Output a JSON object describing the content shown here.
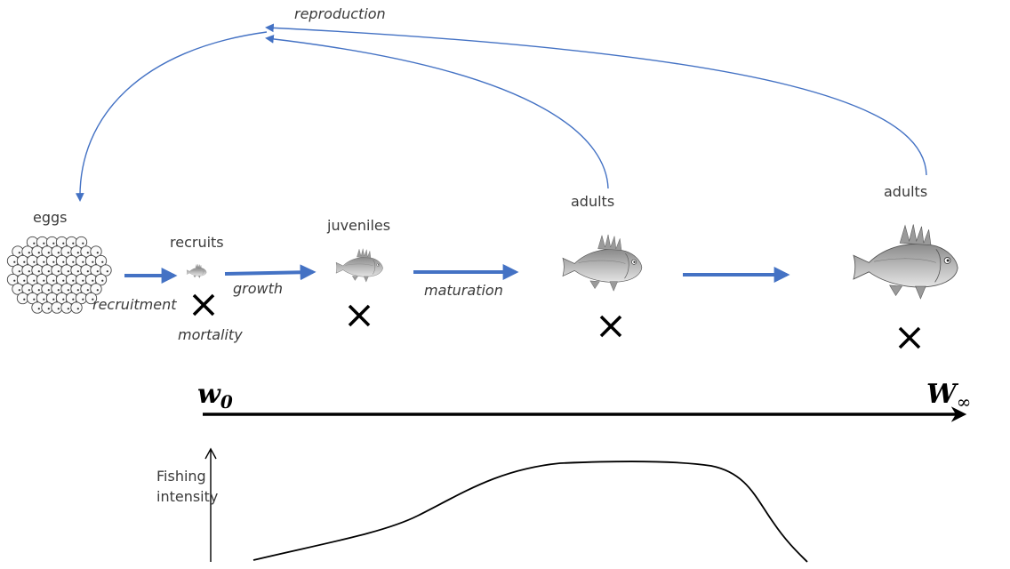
{
  "stages": {
    "eggs": "eggs",
    "recruits": "recruits",
    "juveniles": "juveniles",
    "adults_small": "adults",
    "adults_large": "adults"
  },
  "processes": {
    "reproduction": "reproduction",
    "recruitment": "recruitment",
    "growth": "growth",
    "maturation": "maturation",
    "mortality": "mortality"
  },
  "axis": {
    "start_base": "w",
    "start_sub": "0",
    "end_base": "W",
    "end_sub": "∞"
  },
  "fishing": {
    "label_line1": "Fishing",
    "label_line2": "intensity"
  },
  "colors": {
    "arrow": "#4472C4",
    "axis": "#000000",
    "text": "#3a3a3a"
  },
  "icons": [
    "fish-icon",
    "egg-cluster-icon",
    "cross-icon"
  ]
}
